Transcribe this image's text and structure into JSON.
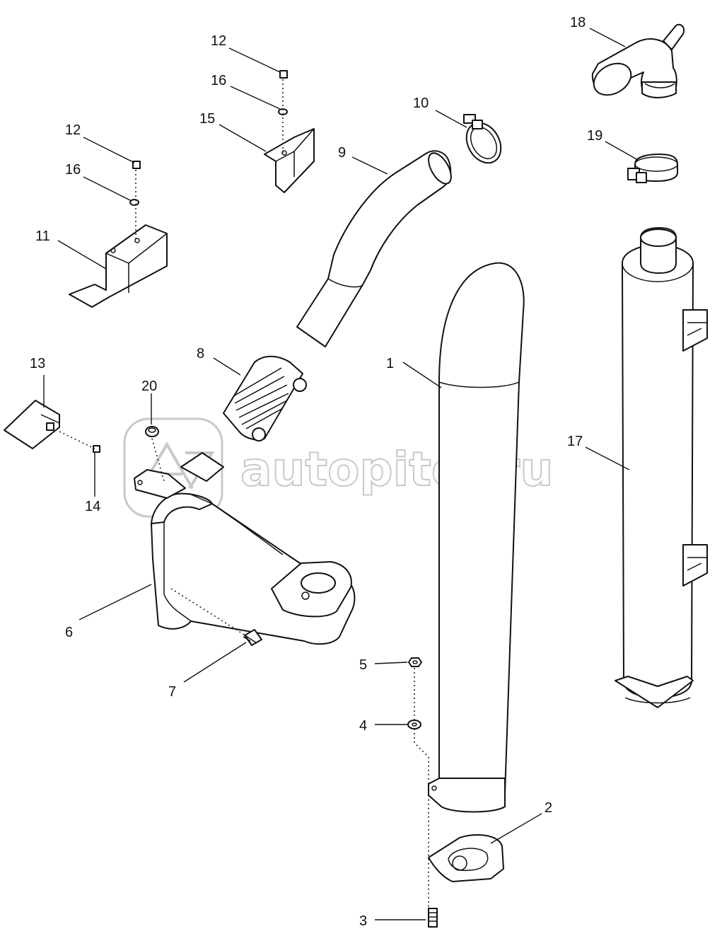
{
  "watermark": {
    "text": "autopiter.ru"
  },
  "callouts": [
    {
      "id": "c1",
      "label": "1"
    },
    {
      "id": "c2",
      "label": "2"
    },
    {
      "id": "c3",
      "label": "3"
    },
    {
      "id": "c4",
      "label": "4"
    },
    {
      "id": "c5",
      "label": "5"
    },
    {
      "id": "c6",
      "label": "6"
    },
    {
      "id": "c7",
      "label": "7"
    },
    {
      "id": "c8",
      "label": "8"
    },
    {
      "id": "c9",
      "label": "9"
    },
    {
      "id": "c10",
      "label": "10"
    },
    {
      "id": "c11",
      "label": "11"
    },
    {
      "id": "c12a",
      "label": "12"
    },
    {
      "id": "c12b",
      "label": "12"
    },
    {
      "id": "c13",
      "label": "13"
    },
    {
      "id": "c14",
      "label": "14"
    },
    {
      "id": "c15",
      "label": "15"
    },
    {
      "id": "c16a",
      "label": "16"
    },
    {
      "id": "c16b",
      "label": "16"
    },
    {
      "id": "c17",
      "label": "17"
    },
    {
      "id": "c18",
      "label": "18"
    },
    {
      "id": "c19",
      "label": "19"
    },
    {
      "id": "c20",
      "label": "20"
    }
  ],
  "icons": {
    "watermark_logo": "autopiter-logo-icon"
  }
}
